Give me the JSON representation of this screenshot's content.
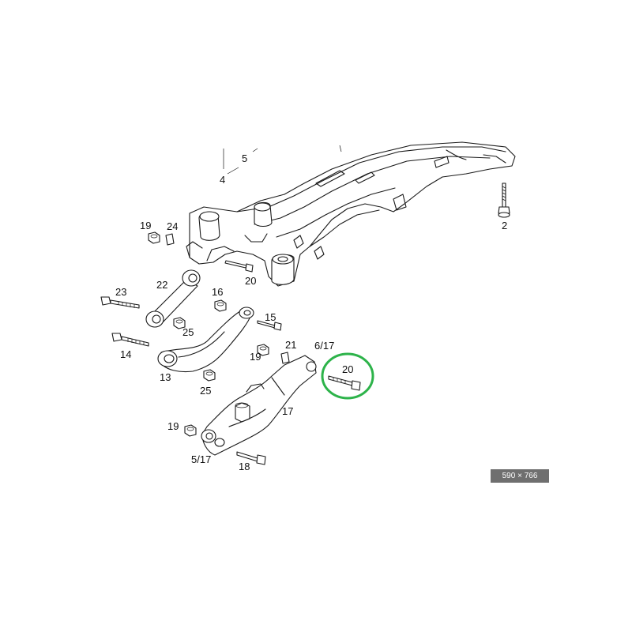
{
  "labels": {
    "l2": "2",
    "l4": "4",
    "l5": "5",
    "l13": "13",
    "l14": "14",
    "l15": "15",
    "l16": "16",
    "l17": "17",
    "l18": "18",
    "l19a": "19",
    "l19b": "19",
    "l19c": "19",
    "l20a": "20",
    "l20b": "20",
    "l21": "21",
    "l22": "22",
    "l23": "23",
    "l24": "24",
    "l25a": "25",
    "l25b": "25",
    "l6_17": "6/17",
    "l5_17": "5/17"
  },
  "highlight": {
    "part": "20",
    "color": "#2db34a"
  },
  "image_size_badge": "590 × 766"
}
